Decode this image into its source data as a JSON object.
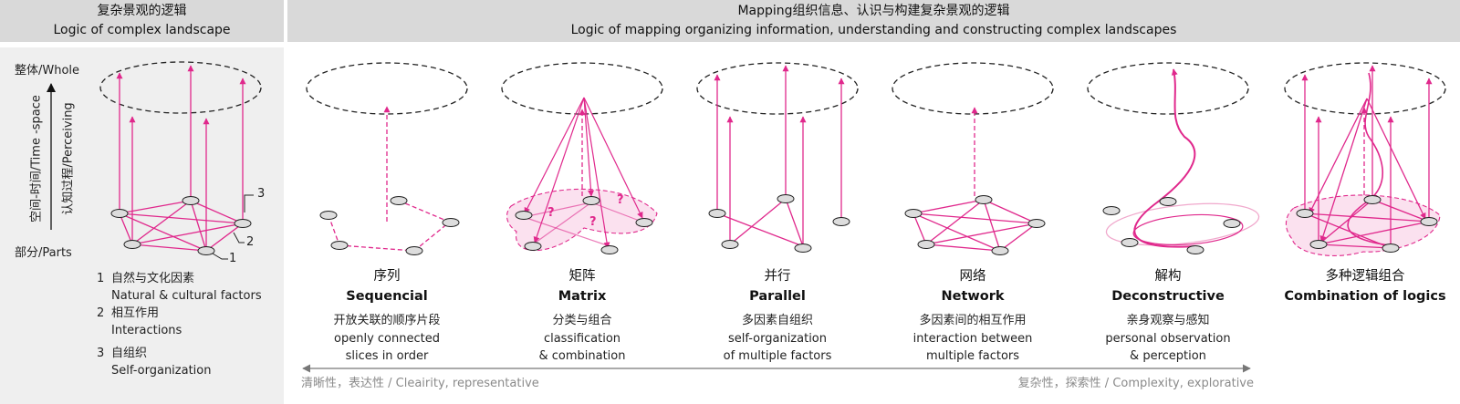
{
  "header": {
    "left_cn": "复杂景观的逻辑",
    "left_en": "Logic of complex landscape",
    "right_cn": "Mapping组织信息、认识与构建复杂景观的逻辑",
    "right_en": "Logic of mapping organizing information, understanding and constructing complex landscapes"
  },
  "left": {
    "whole": "整体/Whole",
    "parts": "部分/Parts",
    "timespace": "空间-时间/Time -space",
    "perceiving": "认知过程/Perceiving",
    "callouts": [
      "1",
      "2",
      "3"
    ],
    "legend": [
      {
        "num": "1",
        "cn": "自然与文化因素",
        "en": "Natural & cultural factors"
      },
      {
        "num": "2",
        "cn": "相互作用",
        "en": "Interactions"
      },
      {
        "num": "3",
        "cn": "自组织",
        "en": "Self-organization"
      }
    ]
  },
  "question_mark": "?",
  "columns": [
    {
      "cn": "序列",
      "en": "Sequencial",
      "d1": "开放关联的顺序片段",
      "d2": "openly connected",
      "d3": "slices in order"
    },
    {
      "cn": "矩阵",
      "en": "Matrix",
      "d1": "分类与组合",
      "d2": "classification",
      "d3": "& combination"
    },
    {
      "cn": "并行",
      "en": "Parallel",
      "d1": "多因素自组织",
      "d2": "self-organization",
      "d3": "of multiple factors"
    },
    {
      "cn": "网络",
      "en": "Network",
      "d1": "多因素间的相互作用",
      "d2": "interaction between",
      "d3": "multiple factors"
    },
    {
      "cn": "解构",
      "en": "Deconstructive",
      "d1": "亲身观察与感知",
      "d2": "personal observation",
      "d3": "& perception"
    },
    {
      "cn": "多种逻辑组合",
      "en": "Combination of logics",
      "d1": "",
      "d2": "",
      "d3": ""
    }
  ],
  "bottom": {
    "left": "清晰性，表达性 / Cleairity, representative",
    "right": "复杂性，探索性 / Complexity, explorative"
  },
  "colors": {
    "magenta": "#e0288c",
    "header_bg": "#d9d9d9",
    "panel_bg": "#efefef",
    "node_fill": "#dddddd"
  }
}
